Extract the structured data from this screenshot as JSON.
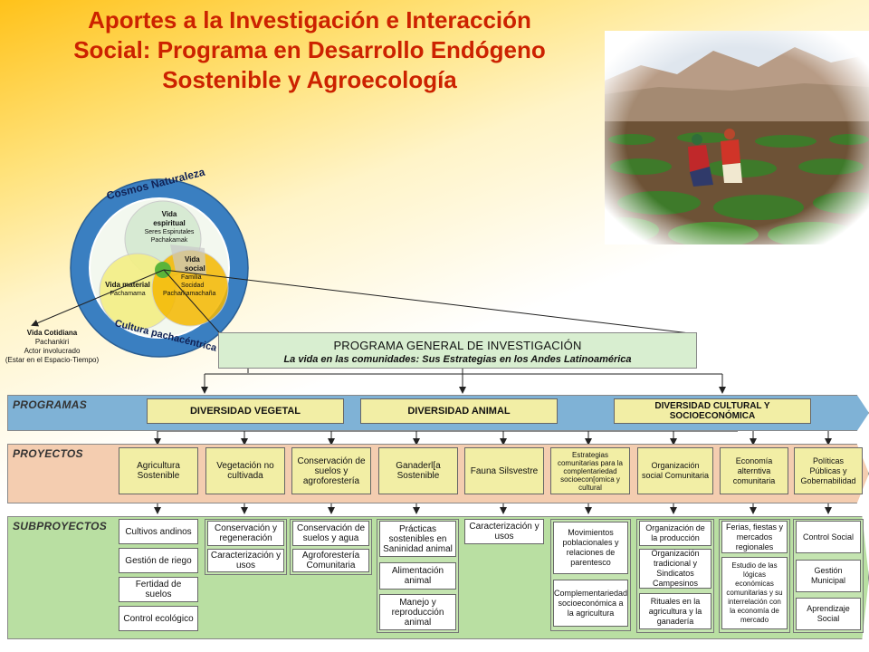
{
  "header": {
    "title_line1": "Aportes a la Investigación e Interacción",
    "title_line2": "Social: Programa en Desarrollo Endógeno",
    "title_line3": "Sostenible y Agroecología"
  },
  "cosmos": {
    "outer_top": "Cosmos Naturaleza",
    "outer_bottom": "Cultura pachacéntrica",
    "spiritual_title": "Vida espiritual",
    "spiritual_l1": "Seres Espirutales",
    "spiritual_l2": "Pachakamak",
    "material_title": "Vida material",
    "material_l1": "Pachamama",
    "social_title": "Vida social",
    "social_l1": "Familia",
    "social_l2": "Socidad",
    "social_l3": "Pacharkamachaña",
    "cotidiana_title": "Vida Cotidiana",
    "cotidiana_l1": "Pachankiri",
    "cotidiana_l2": "Actor involucrado",
    "cotidiana_l3": "(Estar en el Espacio-Tiempo)"
  },
  "program": {
    "title": "PROGRAMA GENERAL DE INVESTIGACIÓN",
    "subtitle": "La vida en las comunidades: Sus Estrategias en los Andes Latinoamérica"
  },
  "bands": {
    "programas": "PROGRAMAS",
    "proyectos": "PROYECTOS",
    "subproyectos": "SUBPROYECTOS"
  },
  "programas": [
    "DIVERSIDAD VEGETAL",
    "DIVERSIDAD ANIMAL",
    "DIVERSIDAD CULTURAL Y SOCIOECONÓMICA"
  ],
  "proyectos": [
    "Agricultura Sostenible",
    "Vegetación no cultivada",
    "Conservación de suelos y agroforestería",
    "Ganaderl[a Sostenible",
    "Fauna Silsvestre",
    "Estrategias comunitarias para la complentariedad socioecon[omica y cultural",
    "Organización social Comunitaria",
    "Economía alterntiva comunitaria",
    "Políticas Públicas y Gobernabilidad"
  ],
  "subproyectos": {
    "col1": [
      "Cultivos andinos",
      "Gestión de riego",
      "Fertidad de suelos",
      "Control ecológico"
    ],
    "col2": [
      "Conservación y regeneración",
      "Caracterización y usos"
    ],
    "col3": [
      "Conservación de suelos y agua",
      "Agroforestería Comunitaria"
    ],
    "col4": [
      "Prácticas sostenibles en Saninidad animal",
      "Alimentación animal",
      "Manejo y reproducción animal"
    ],
    "col5": [
      "Caracterización y usos"
    ],
    "col6": [
      "Movimientos poblacionales y relaciones de parentesco",
      "Complementariedad socioeconómica a la agricultura"
    ],
    "col7": [
      "Organización de la producción",
      "Organización tradicional y Sindicatos Campesinos",
      "Rituales en la agricultura y la ganadería"
    ],
    "col8": [
      "Ferias, fiestas y mercados regionales",
      "Estudio de las lógicas económicas comunitarias y su interrelación con la economía de mercado"
    ],
    "col9": [
      "Control Social",
      "Gestión Municipal",
      "Aprendizaje Social"
    ]
  },
  "colors": {
    "title": "#cc2200",
    "programas_band": "#7fb2d6",
    "proyectos_band": "#f4cdb0",
    "subproyectos_band": "#b9dfa2",
    "program_box": "#f2eea5"
  }
}
